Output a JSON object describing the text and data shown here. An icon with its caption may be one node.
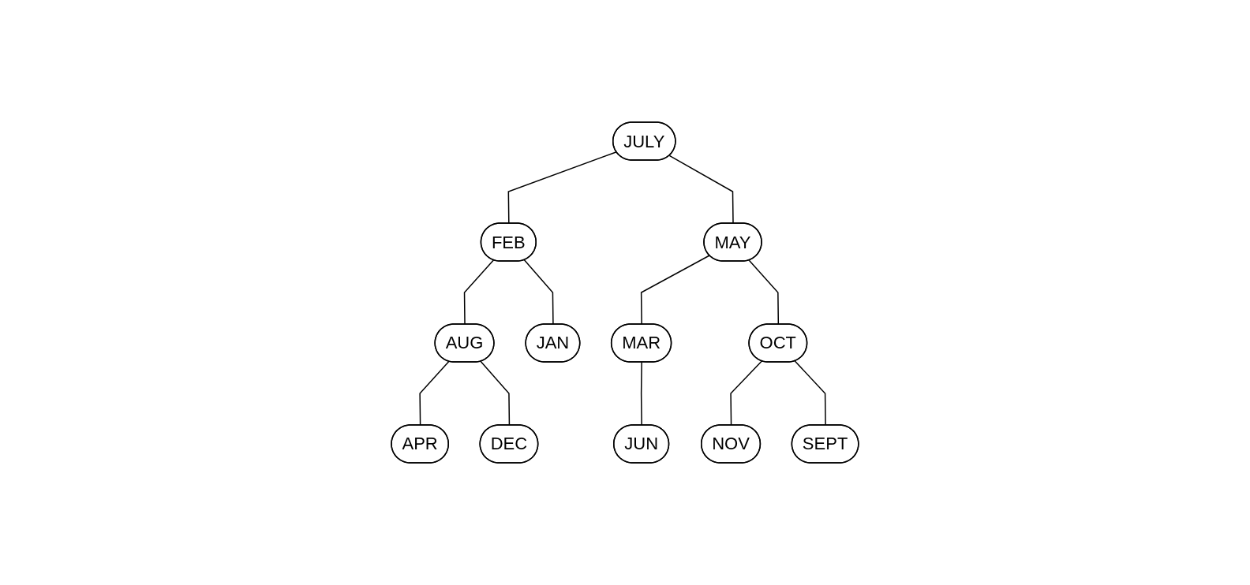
{
  "diagram": {
    "nodes": [
      {
        "text": [
          "JULY"
        ]
      },
      {
        "text": [
          "FEB"
        ]
      },
      {
        "text": [
          "MAY"
        ]
      },
      {
        "text": [
          "AUG"
        ]
      },
      {
        "text": [
          "JAN"
        ]
      },
      {
        "text": [
          "MAR"
        ]
      },
      {
        "text": [
          "OCT"
        ]
      },
      {
        "text": [
          "APR"
        ]
      },
      {
        "text": [
          "DEC"
        ]
      },
      {
        "text": [
          "JUN"
        ]
      },
      {
        "text": [
          "NOV"
        ]
      },
      {
        "text": [
          "SEPT"
        ]
      }
    ],
    "edges": [
      {
        "from": 0,
        "to": 1,
        "arrow": "none"
      },
      {
        "from": 0,
        "to": 2,
        "arrow": "none"
      },
      {
        "from": 1,
        "to": 3,
        "arrow": "none"
      },
      {
        "from": 1,
        "to": 4,
        "arrow": "none"
      },
      {
        "from": 2,
        "to": 5,
        "arrow": "none"
      },
      {
        "from": 2,
        "to": 6,
        "arrow": "none"
      },
      {
        "from": 3,
        "to": 7,
        "arrow": "none"
      },
      {
        "from": 3,
        "to": 8,
        "arrow": "none"
      },
      {
        "from": 5,
        "to": 9,
        "arrow": "none"
      },
      {
        "from": 6,
        "to": 10,
        "arrow": "none"
      },
      {
        "from": 6,
        "to": 11,
        "arrow": "none"
      }
    ]
  }
}
